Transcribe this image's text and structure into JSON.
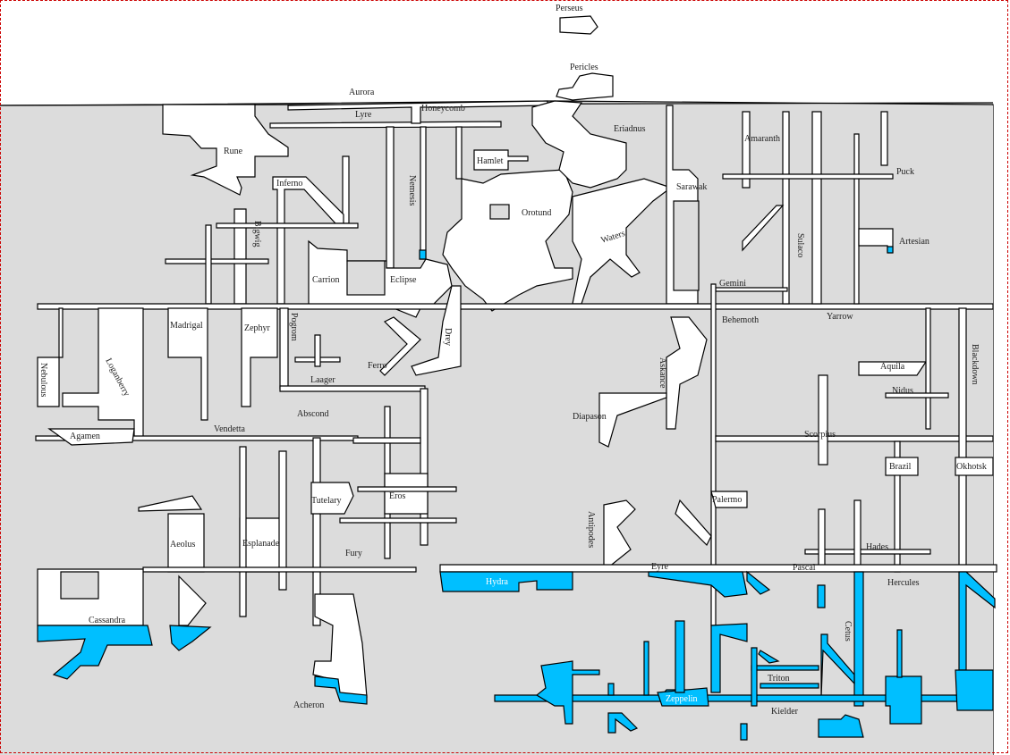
{
  "map": {
    "colors": {
      "background": "#dcdcdc",
      "passage": "#ffffff",
      "water": "#00bfff",
      "outline": "#000000",
      "sky": "#ffffff"
    },
    "labels": {
      "perseus": "Perseus",
      "pericles": "Pericles",
      "aurora": "Aurora",
      "lyre": "Lyre",
      "honeycomb": "Honeycomb",
      "eriadnus": "Eriadnus",
      "amaranth": "Amaranth",
      "rune": "Rune",
      "hamlet": "Hamlet",
      "puck": "Puck",
      "inferno": "Inferno",
      "nemesis": "Nemesis",
      "sarawak": "Sarawak",
      "orotund": "Orotund",
      "bigwig": "Bigwig",
      "waters": "Waters",
      "sulaco": "Sulaco",
      "artesian": "Artesian",
      "carrion": "Carrion",
      "eclipse": "Eclipse",
      "gemini": "Gemini",
      "behemoth": "Behemoth",
      "yarrow": "Yarrow",
      "madrigal": "Madrigal",
      "zephyr": "Zephyr",
      "pogrom": "Pogrom",
      "drey": "Drey",
      "ferro": "Ferro",
      "nebulous": "Nebulous",
      "loganberry": "Loganberry",
      "laager": "Laager",
      "askance": "Askance",
      "aquila": "Aquila",
      "blackdown": "Blackdown",
      "nidus": "Nidus",
      "abscond": "Abscond",
      "diapason": "Diapason",
      "agamen": "Agamen",
      "vendetta": "Vendetta",
      "scorpius": "Scorpius",
      "brazil": "Brazil",
      "okhotsk": "Okhotsk",
      "tutelary": "Tutelary",
      "eros": "Eros",
      "palermo": "Palermo",
      "antipodes": "Antipodes",
      "aeolus": "Aeolus",
      "esplanade": "Esplanade",
      "fury": "Fury",
      "hades": "Hades",
      "hydra": "Hydra",
      "eyre": "Eyre",
      "pascal": "Pascal",
      "hercules": "Hercules",
      "cassandra": "Cassandra",
      "cetus": "Cetus",
      "triton": "Triton",
      "acheron": "Acheron",
      "zeppelin": "Zeppelin",
      "kielder": "Kielder"
    }
  }
}
